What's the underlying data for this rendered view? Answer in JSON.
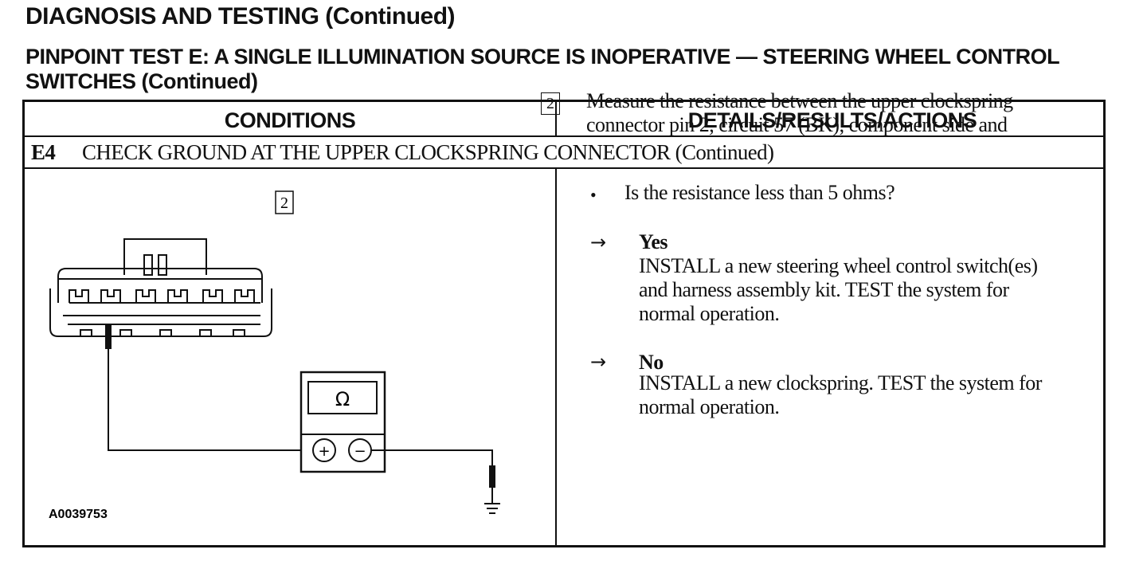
{
  "header": {
    "section_title": "DIAGNOSIS AND TESTING (Continued)",
    "test_title": "PINPOINT TEST E: A SINGLE ILLUMINATION SOURCE IS INOPERATIVE — STEERING WHEEL CONTROL SWITCHES (Continued)"
  },
  "table": {
    "col_conditions": "CONDITIONS",
    "col_details": "DETAILS/RESULTS/ACTIONS",
    "step_id": "E4",
    "step_title": "CHECK GROUND AT THE UPPER CLOCKSPRING CONNECTOR (Continued)"
  },
  "diagram": {
    "step_number": "2",
    "meter_symbol": "Ω",
    "plus_symbol": "+",
    "minus_symbol": "−",
    "figure_id": "A0039753"
  },
  "details": {
    "step_number": "2",
    "instruction": "Measure the resistance between the upper clockspring connector pin 2, circuit 57 (BK), component side and ground.",
    "bullet": "•",
    "question": "Is the resistance less than 5 ohms?",
    "arrow": "→",
    "yes_label": "Yes",
    "yes_action": "INSTALL a new steering wheel control switch(es) and harness assembly kit. TEST the system for normal operation.",
    "no_label": "No",
    "no_action": "INSTALL a new clockspring. TEST the system for  normal operation."
  }
}
